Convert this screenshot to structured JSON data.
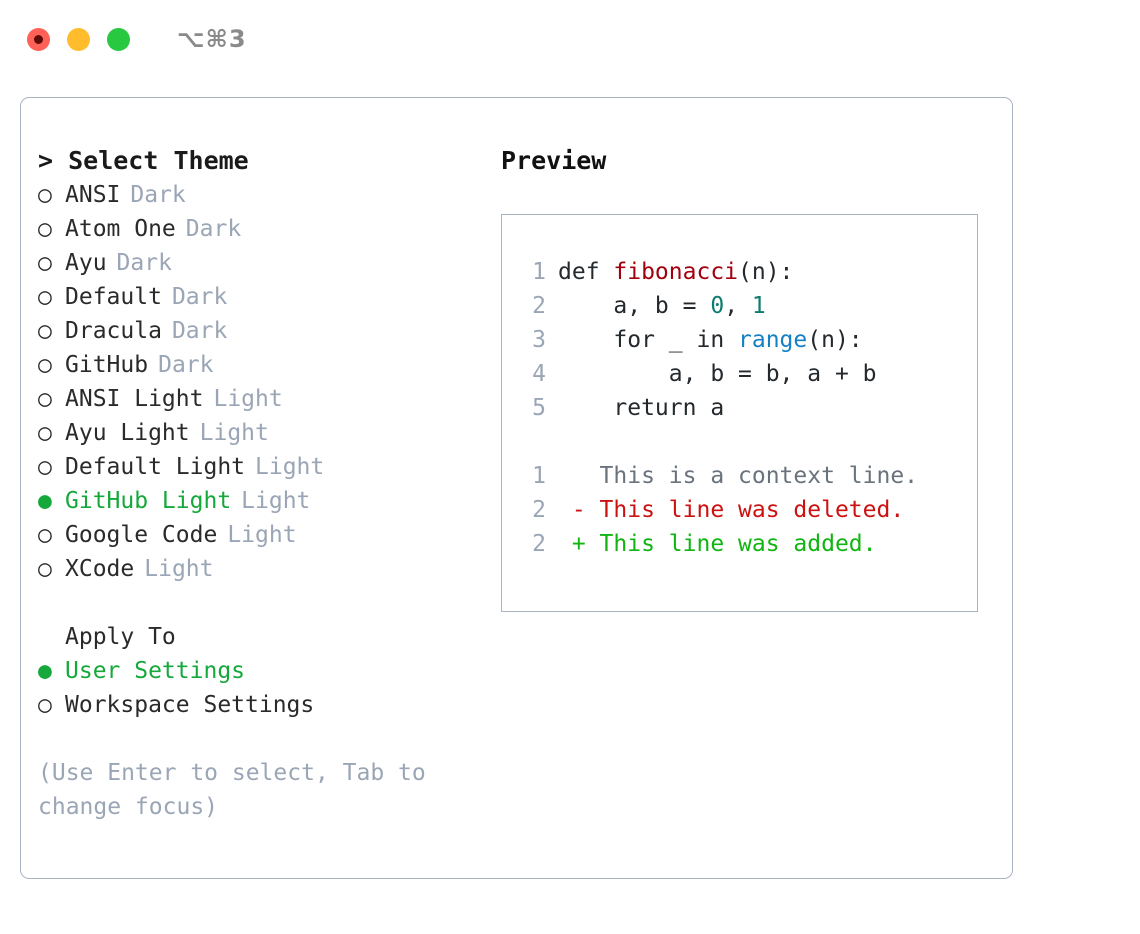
{
  "titlebar": {
    "dots": [
      {
        "name": "close",
        "color": "#FF6058"
      },
      {
        "name": "minimize",
        "color": "#FFBD2E"
      },
      {
        "name": "maximize",
        "color": "#28C840"
      }
    ],
    "shortcut": "⌥⌘3"
  },
  "theme_picker": {
    "heading": "> Select Theme",
    "marker_selected": "●",
    "marker_unselected": "○",
    "items": [
      {
        "label": "ANSI",
        "variant": "Dark",
        "selected": false
      },
      {
        "label": "Atom One",
        "variant": "Dark",
        "selected": false
      },
      {
        "label": "Ayu",
        "variant": "Dark",
        "selected": false
      },
      {
        "label": "Default",
        "variant": "Dark",
        "selected": false
      },
      {
        "label": "Dracula",
        "variant": "Dark",
        "selected": false
      },
      {
        "label": "GitHub",
        "variant": "Dark",
        "selected": false
      },
      {
        "label": "ANSI Light",
        "variant": "Light",
        "selected": false
      },
      {
        "label": "Ayu Light",
        "variant": "Light",
        "selected": false
      },
      {
        "label": "Default Light",
        "variant": "Light",
        "selected": false
      },
      {
        "label": "GitHub Light",
        "variant": "Light",
        "selected": true
      },
      {
        "label": "Google Code",
        "variant": "Light",
        "selected": false
      },
      {
        "label": "XCode",
        "variant": "Light",
        "selected": false
      }
    ]
  },
  "apply_to": {
    "heading": "Apply To",
    "items": [
      {
        "label": "User Settings",
        "selected": true
      },
      {
        "label": "Workspace Settings",
        "selected": false
      }
    ]
  },
  "hint": "(Use Enter to select, Tab to change focus)",
  "preview": {
    "title": "Preview",
    "code": [
      {
        "num": "1",
        "indent": "",
        "parts": [
          {
            "text": "def ",
            "type": "plain"
          },
          {
            "text": "fibonacci",
            "type": "fn"
          },
          {
            "text": "(n):",
            "type": "plain"
          }
        ]
      },
      {
        "num": "2",
        "indent": "    ",
        "parts": [
          {
            "text": "a, b = ",
            "type": "plain"
          },
          {
            "text": "0",
            "type": "num"
          },
          {
            "text": ", ",
            "type": "plain"
          },
          {
            "text": "1",
            "type": "num"
          }
        ]
      },
      {
        "num": "3",
        "indent": "    ",
        "parts": [
          {
            "text": "for _ in ",
            "type": "plain"
          },
          {
            "text": "range",
            "type": "call"
          },
          {
            "text": "(n):",
            "type": "plain"
          }
        ]
      },
      {
        "num": "4",
        "indent": "        ",
        "parts": [
          {
            "text": "a, b = b, a + b",
            "type": "plain"
          }
        ]
      },
      {
        "num": "5",
        "indent": "    ",
        "parts": [
          {
            "text": "return a",
            "type": "plain"
          }
        ]
      }
    ],
    "diff": [
      {
        "num": "1",
        "sign": " ",
        "text": "This is a context line.",
        "type": "context"
      },
      {
        "num": "2",
        "sign": "-",
        "text": "This line was deleted.",
        "type": "deleted"
      },
      {
        "num": "2",
        "sign": "+",
        "text": "This line was added.",
        "type": "added"
      }
    ]
  },
  "colors": {
    "selected_green": "#15a83a",
    "muted_grey": "#9aa5b5",
    "text": "#2a2a2a",
    "border": "#aab4c2",
    "diff_deleted": "#cc1111",
    "diff_added": "#11b511",
    "syntax_function": "#a3000f",
    "syntax_number": "#0e7c70",
    "syntax_call": "#1581c4"
  }
}
